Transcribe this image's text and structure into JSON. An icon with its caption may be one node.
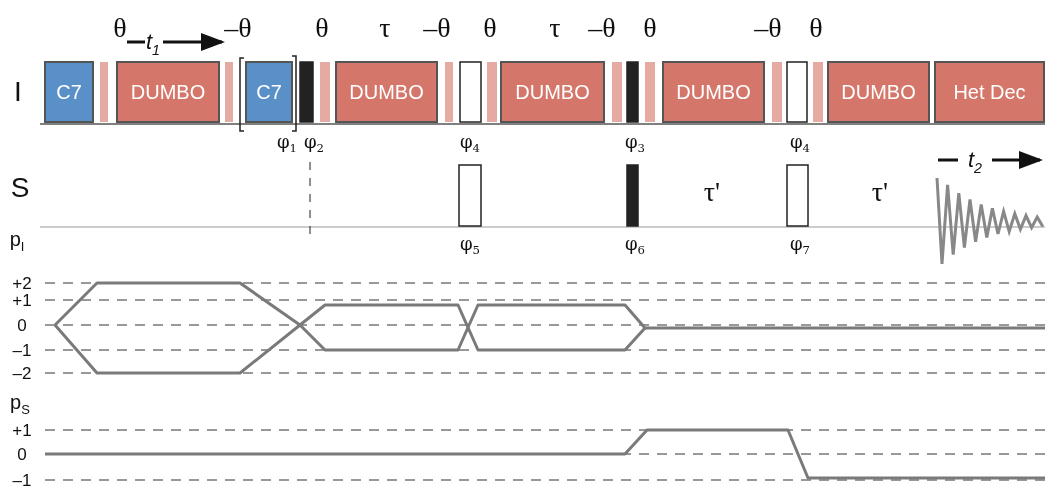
{
  "diagram": {
    "nodes": [
      {
        "text": [
          "C7"
        ]
      },
      {
        "text": [
          "DUMBO"
        ]
      },
      {
        "text": [
          "C7"
        ]
      },
      {
        "text": [
          "DUMBO"
        ]
      },
      {
        "text": [
          "DUMBO"
        ]
      },
      {
        "text": [
          "DUMBO"
        ]
      },
      {
        "text": [
          "DUMBO"
        ]
      },
      {
        "text": [
          "Het Dec"
        ]
      }
    ],
    "edges": [],
    "labels": [
      "θ",
      "t$_{1}$",
      "–θ",
      "θ",
      "τ",
      "–θ",
      "θ",
      "τ",
      "–θ",
      "θ",
      "–θ",
      "θ",
      "I",
      "φ$_{1}$",
      "φ$_{2}$",
      "φ$_{4}$",
      "φ$_{3}$",
      "φ$_{4}$",
      "S",
      "τ'",
      "τ'",
      "t$_{2}$",
      "p$_{I}$",
      "φ$_{5}$",
      "φ$_{6}$",
      "φ$_{7}$",
      "+2",
      "+1",
      "0",
      "–1",
      "–2",
      "p$_{S}$",
      "+1",
      "0",
      "–1"
    ]
  }
}
